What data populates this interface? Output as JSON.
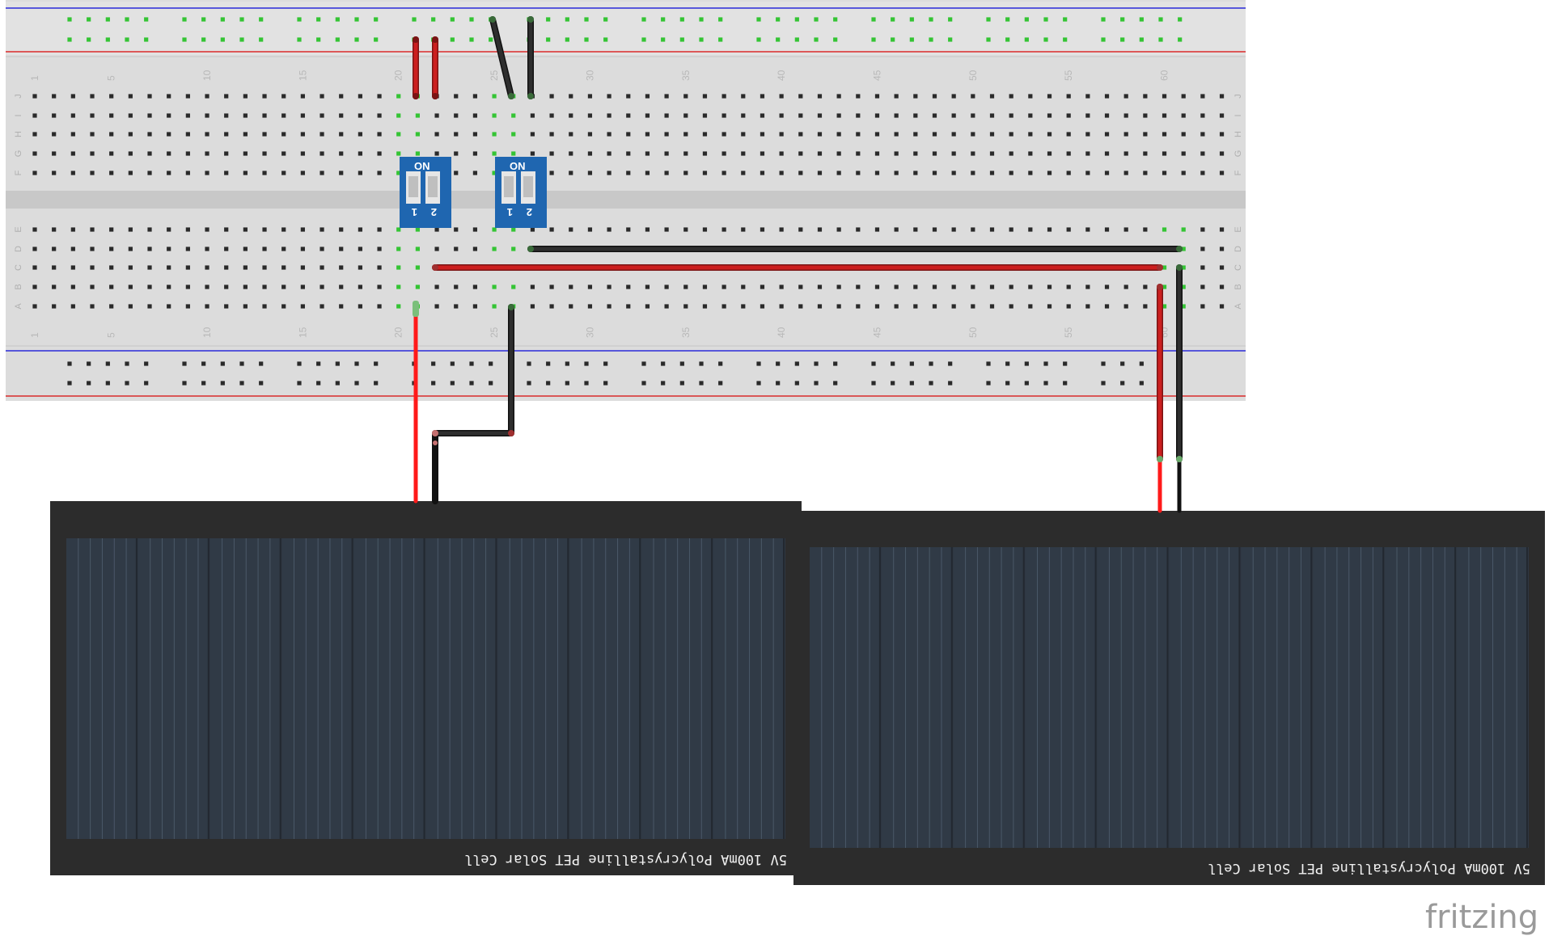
{
  "breadboard": {
    "column_numbers": [
      "1",
      "5",
      "10",
      "15",
      "20",
      "25",
      "30",
      "35",
      "40",
      "45",
      "50",
      "55",
      "60"
    ],
    "top_row_letters": [
      "J",
      "I",
      "H",
      "G",
      "F"
    ],
    "bottom_row_letters": [
      "E",
      "D",
      "C",
      "B",
      "A"
    ]
  },
  "dip_switches": [
    {
      "on_label": "ON",
      "pos_labels": [
        "1",
        "2"
      ]
    },
    {
      "on_label": "ON",
      "pos_labels": [
        "1",
        "2"
      ]
    }
  ],
  "solar_panels": [
    {
      "label": "5V 100mA Polycrystalline PET Solar Cell"
    },
    {
      "label": "5V 100mA Polycrystalline PET Solar Cell"
    }
  ],
  "wire_colors": {
    "red": "#cc1f1f",
    "black": "#2a2a2a",
    "bright_red": "#ff1a1a"
  },
  "brand": "fritzing"
}
